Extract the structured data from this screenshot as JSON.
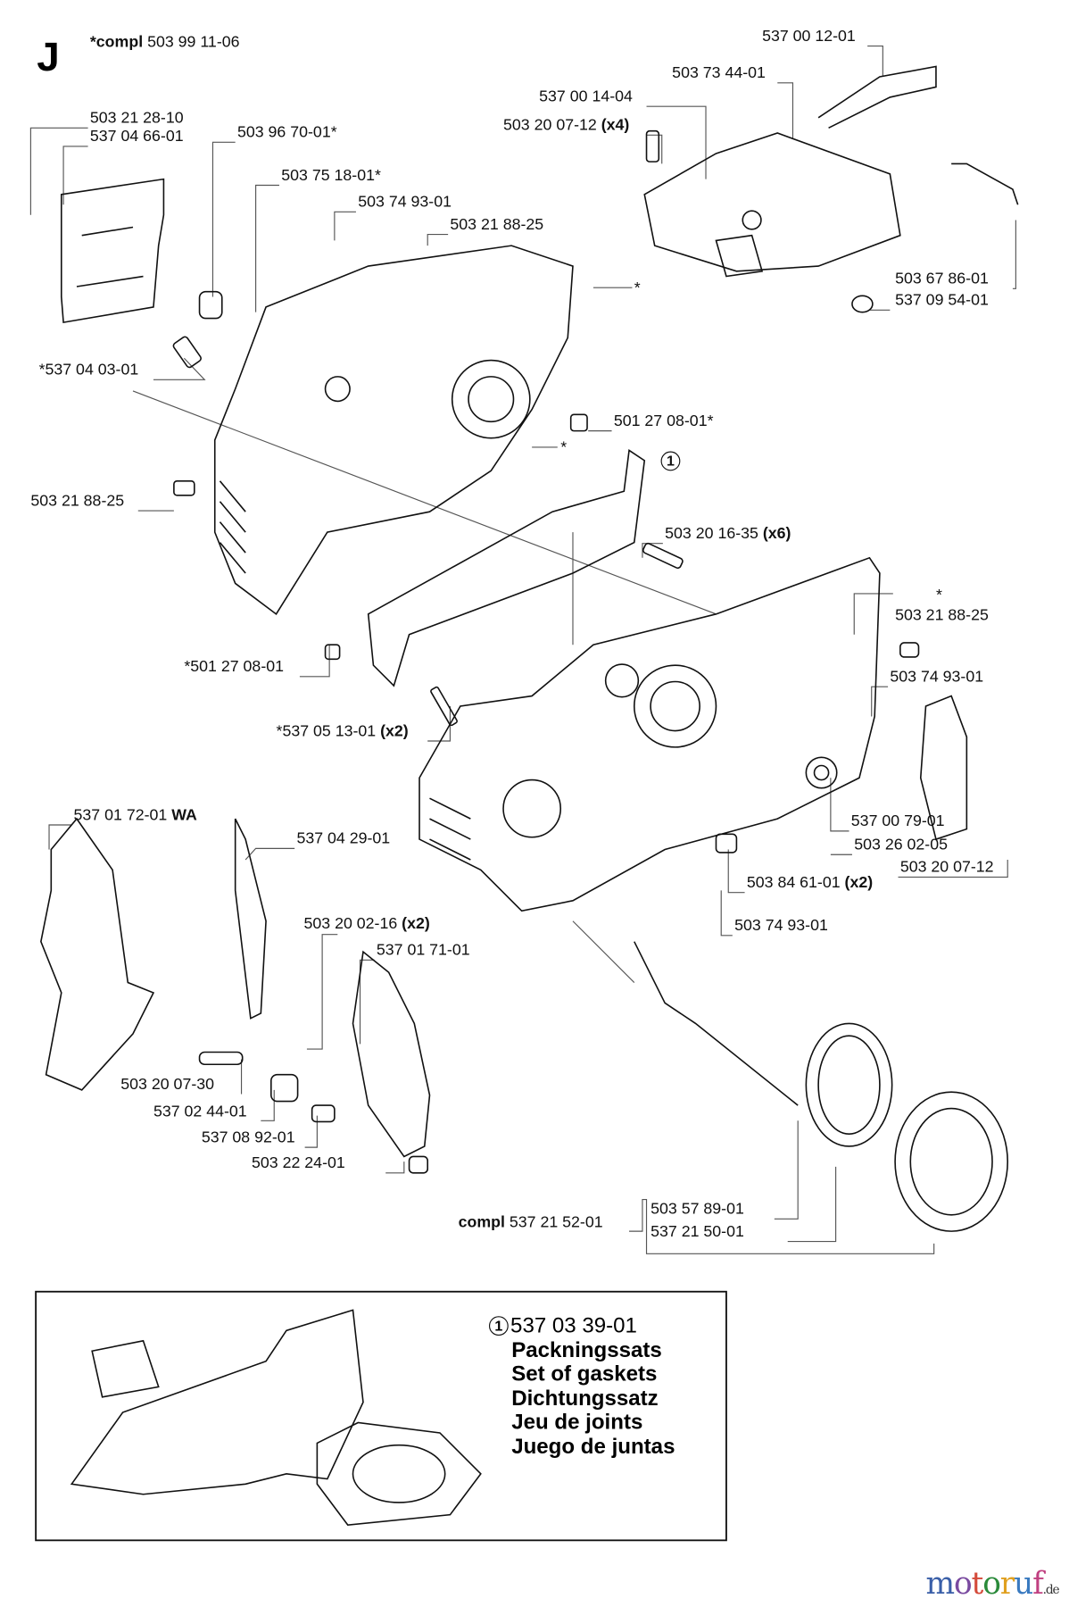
{
  "section_letter": "J",
  "header": {
    "prefix": "*compl",
    "part": "503 99 11-06"
  },
  "callouts": [
    {
      "id": "c1",
      "text": "503 21 28-10"
    },
    {
      "id": "c2",
      "text": "537 04 66-01"
    },
    {
      "id": "c3",
      "text": "503 96 70-01*"
    },
    {
      "id": "c4",
      "text": "503 75 18-01*"
    },
    {
      "id": "c5",
      "text": "503 74 93-01"
    },
    {
      "id": "c6",
      "text": "503 21 88-25"
    },
    {
      "id": "c7",
      "text": "537 00 12-01"
    },
    {
      "id": "c8",
      "text": "503 73 44-01"
    },
    {
      "id": "c9",
      "text": "537 00 14-04"
    },
    {
      "id": "c10",
      "text": "503 20 07-12",
      "qty": "(x4)"
    },
    {
      "id": "c11",
      "text": "503 67 86-01"
    },
    {
      "id": "c12",
      "text": "537 09 54-01"
    },
    {
      "id": "c13",
      "text": "*537 04 03-01"
    },
    {
      "id": "c14",
      "text": "501 27 08-01*"
    },
    {
      "id": "c15",
      "text": "503 21 88-25"
    },
    {
      "id": "c16",
      "text": "503 20 16-35",
      "qty": "(x6)"
    },
    {
      "id": "c17",
      "text": "503 21 88-25"
    },
    {
      "id": "c18",
      "text": "*501 27 08-01"
    },
    {
      "id": "c19",
      "text": "503 74 93-01"
    },
    {
      "id": "c20",
      "text": "*537 05 13-01",
      "qty": "(x2)"
    },
    {
      "id": "c21",
      "text": "537 01 72-01",
      "qty": "WA"
    },
    {
      "id": "c22",
      "text": "537 04 29-01"
    },
    {
      "id": "c23",
      "text": "537 00 79-01"
    },
    {
      "id": "c24",
      "text": "503 26 02-05"
    },
    {
      "id": "c25",
      "text": "503 20 07-12"
    },
    {
      "id": "c26",
      "text": "503 84 61-01",
      "qty": "(x2)"
    },
    {
      "id": "c27",
      "text": "503 74 93-01"
    },
    {
      "id": "c28",
      "text": "503 20 02-16",
      "qty": "(x2)"
    },
    {
      "id": "c29",
      "text": "537 01 71-01"
    },
    {
      "id": "c30",
      "text": "503 20 07-30"
    },
    {
      "id": "c31",
      "text": "537 02 44-01"
    },
    {
      "id": "c32",
      "text": "537 08 92-01"
    },
    {
      "id": "c33",
      "text": "503 22 24-01"
    },
    {
      "id": "c34",
      "text": "537 21 52-01",
      "prefix": "compl"
    },
    {
      "id": "c35",
      "text": "503 57 89-01"
    },
    {
      "id": "c36",
      "text": "537 21 50-01"
    }
  ],
  "asterisk": "*",
  "gasket_marker": "1",
  "inset": {
    "marker": "1",
    "part": "537 03 39-01",
    "descriptions": [
      "Packningssats",
      "Set of gaskets",
      "Dichtungssatz",
      "Jeu de joints",
      "Juego de juntas"
    ]
  },
  "watermark": {
    "text": "motoruf",
    "suffix": ".de",
    "colors": [
      "#3a5fa8",
      "#7a4aa0",
      "#d44a3a",
      "#2a8a3a",
      "#e0a020",
      "#3a7ac0",
      "#c04080"
    ]
  }
}
